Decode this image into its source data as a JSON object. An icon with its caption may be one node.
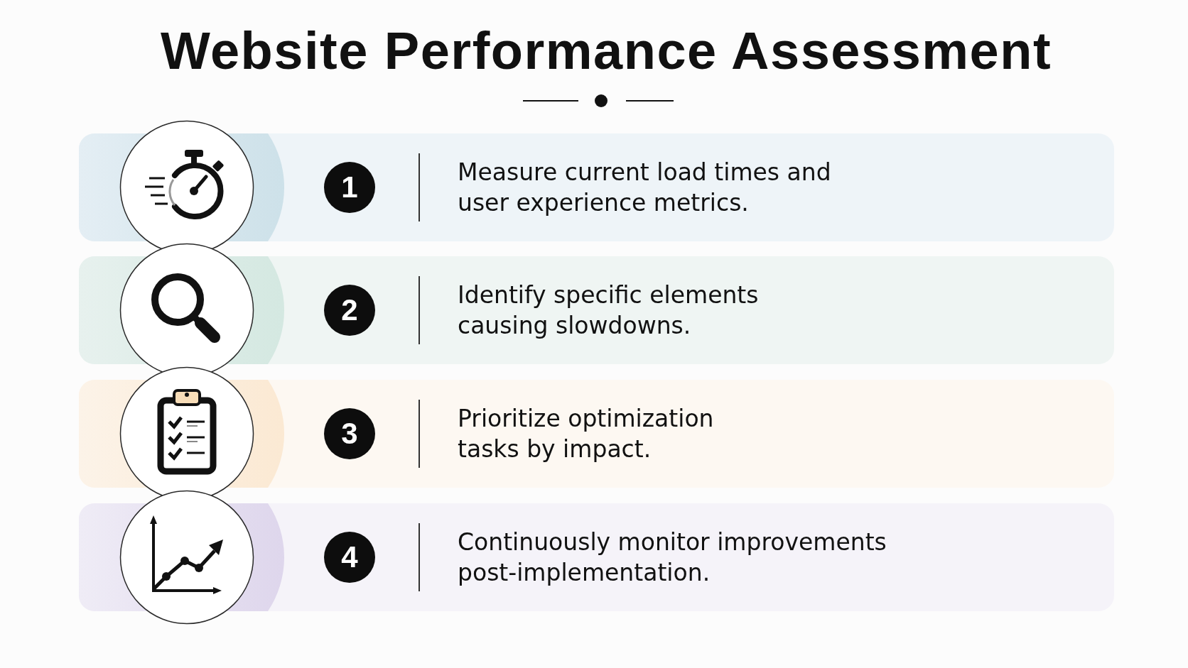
{
  "diagram": {
    "title": "Website Performance Assessment",
    "nodes": [
      {
        "text": [
          "Measure current load times and user experience metrics."
        ]
      },
      {
        "text": [
          "1"
        ],
        "in": 0
      },
      {
        "text": [
          "Identify specific elements causing slowdowns."
        ]
      },
      {
        "text": [
          "2"
        ],
        "in": 2
      },
      {
        "text": [
          "Prioritize optimization tasks by impact."
        ]
      },
      {
        "text": [
          "3"
        ],
        "in": 4
      },
      {
        "text": [
          "Continuously monitor improvements post-implementation."
        ]
      },
      {
        "text": [
          "4"
        ],
        "in": 6
      }
    ]
  }
}
